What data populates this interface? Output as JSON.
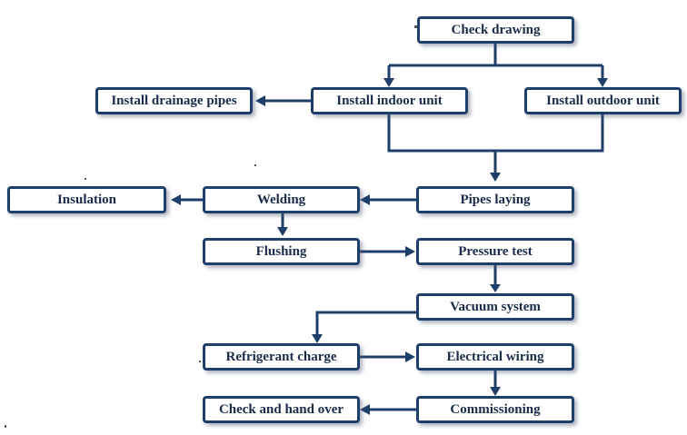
{
  "nodes": {
    "check_drawing": "Check drawing",
    "install_drainage_pipes": "Install drainage pipes",
    "install_indoor_unit": "Install indoor unit",
    "install_outdoor_unit": "Install outdoor unit",
    "insulation": "Insulation",
    "welding": "Welding",
    "pipes_laying": "Pipes laying",
    "flushing": "Flushing",
    "pressure_test": "Pressure test",
    "vacuum_system": "Vacuum system",
    "refrigerant_charge": "Refrigerant charge",
    "electrical_wiring": "Electrical wiring",
    "check_and_hand_over": "Check and hand over",
    "commissioning": "Commissioning"
  },
  "colors": {
    "stroke": "#1f3f6b",
    "text": "#1a2c4a",
    "background": "#ffffff"
  }
}
